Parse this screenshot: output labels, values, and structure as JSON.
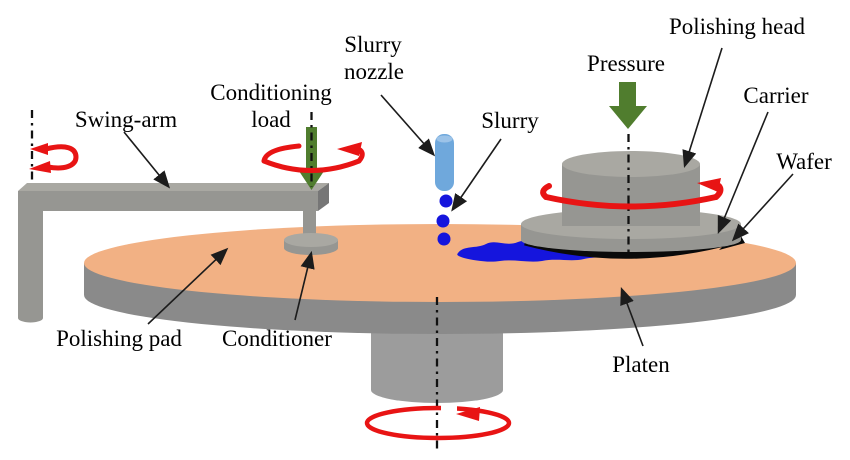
{
  "diagram": {
    "labels": {
      "swing_arm": "Swing-arm",
      "conditioning_load_line1": "Conditioning",
      "conditioning_load_line2": "load",
      "slurry_nozzle_line1": "Slurry",
      "slurry_nozzle_line2": "nozzle",
      "slurry": "Slurry",
      "pressure": "Pressure",
      "polishing_head": "Polishing head",
      "carrier": "Carrier",
      "wafer": "Wafer",
      "polishing_pad": "Polishing pad",
      "conditioner": "Conditioner",
      "platen": "Platen"
    },
    "colors": {
      "pad": "#f2b184",
      "platen": "#8a8a8a",
      "shaft_gray": "#9c9c9c",
      "machine_gray": "#969692",
      "machine_gray_light": "#a9a8a2",
      "machine_gray_dark": "#767676",
      "rotation_red": "#e81414",
      "load_green": "#507d2e",
      "slurry_blue": "#1515dd",
      "nozzle_blue": "#6fa8dc",
      "nozzle_blue_light": "#9cc3e8",
      "wafer_black": "#0a0a0a"
    }
  }
}
